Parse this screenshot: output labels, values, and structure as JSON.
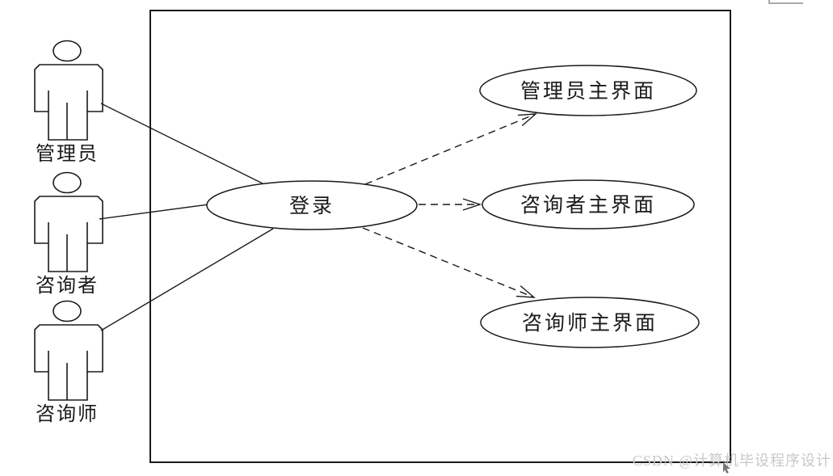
{
  "diagram": {
    "type": "uml-use-case",
    "actors": [
      {
        "id": "admin",
        "label": "管理员"
      },
      {
        "id": "counselee",
        "label": "咨询者"
      },
      {
        "id": "counselor",
        "label": "咨询师"
      }
    ],
    "use_cases": [
      {
        "id": "login",
        "label": "登录"
      },
      {
        "id": "admin-main",
        "label": "管理员主界面"
      },
      {
        "id": "counselee-main",
        "label": "咨询者主界面"
      },
      {
        "id": "counselor-main",
        "label": "咨询师主界面"
      }
    ],
    "relations": {
      "solid_associations": [
        {
          "from": "管理员",
          "to": "登录"
        },
        {
          "from": "咨询者",
          "to": "登录"
        },
        {
          "from": "咨询师",
          "to": "登录"
        }
      ],
      "dashed_arrows": [
        {
          "from": "登录",
          "to": "管理员主界面"
        },
        {
          "from": "登录",
          "to": "咨询者主界面"
        },
        {
          "from": "登录",
          "to": "咨询师主界面"
        }
      ]
    },
    "colors": {
      "line": "#1a1a1a",
      "shape_fill": "#ffffff",
      "watermark": "#c8c8c8",
      "window_artifact": "#a9a9a9"
    }
  },
  "watermark": {
    "text": "CSDN @计算机毕设程序设计"
  }
}
